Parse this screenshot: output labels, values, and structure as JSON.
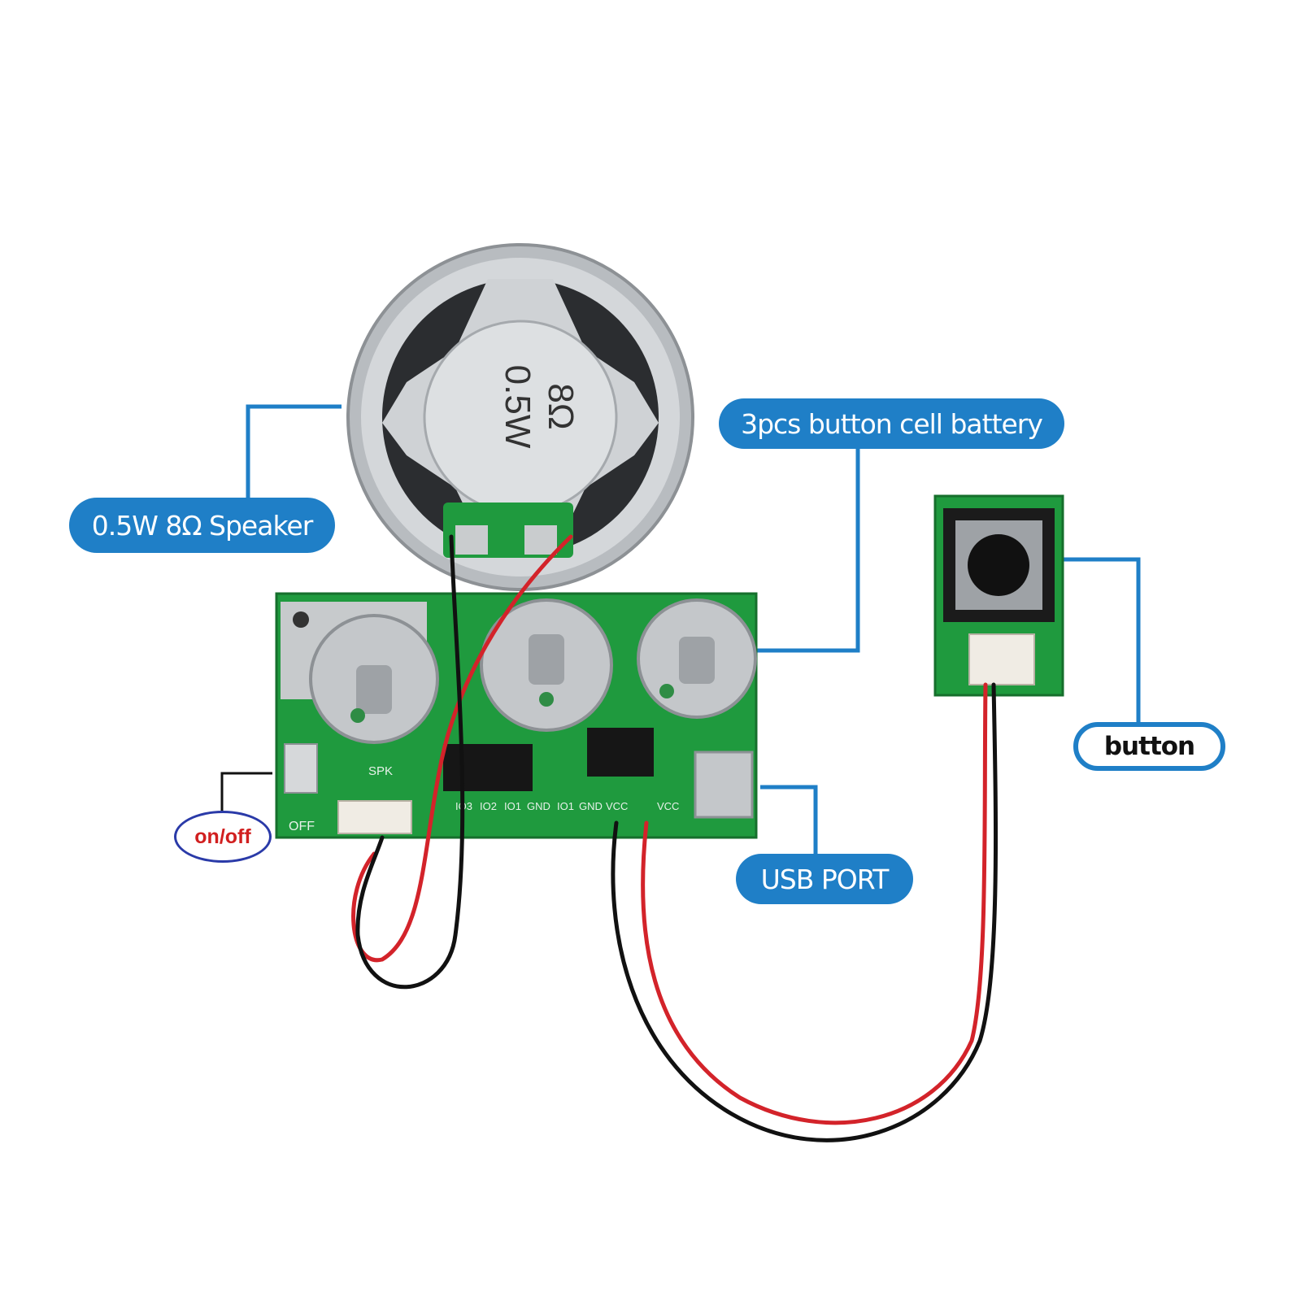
{
  "labels": {
    "speaker": "0.5W 8Ω Speaker",
    "battery": "3pcs button cell battery",
    "button": "button",
    "usb_port": "USB PORT",
    "on_off": "on/off"
  },
  "speaker_marking": {
    "line1": "8Ω",
    "line2": "0.5W"
  },
  "pcb_silkscreen": {
    "off": "OFF",
    "spk": "SPK",
    "pins": [
      "IO3",
      "IO2",
      "IO1",
      "GND",
      "IO1",
      "GND",
      "VCC",
      "VCC"
    ]
  },
  "colors": {
    "callout_blue": "#1f7fc7",
    "pcb_green": "#1f9a3e",
    "wire_red": "#d3232a",
    "wire_black": "#111111",
    "on_off_text": "#d11f1f",
    "on_off_ring": "#2a3aa8"
  }
}
